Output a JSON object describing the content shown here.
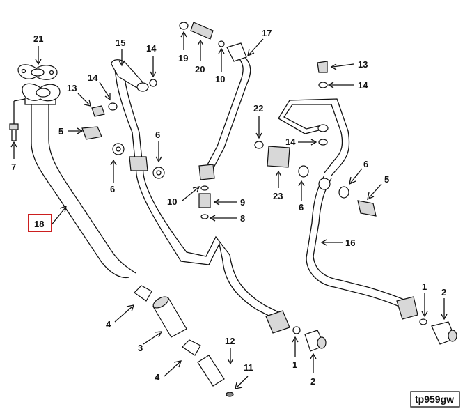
{
  "figure_id": "tp959gw",
  "highlight_color": "#cc1f1f",
  "callouts": [
    {
      "id": "c21",
      "label": "21"
    },
    {
      "id": "c7",
      "label": "7"
    },
    {
      "id": "c5a",
      "label": "5"
    },
    {
      "id": "c13a",
      "label": "13"
    },
    {
      "id": "c14a",
      "label": "14"
    },
    {
      "id": "c15",
      "label": "15"
    },
    {
      "id": "c14b",
      "label": "14"
    },
    {
      "id": "c6a",
      "label": "6"
    },
    {
      "id": "c6b",
      "label": "6"
    },
    {
      "id": "c18",
      "label": "18",
      "highlighted": true
    },
    {
      "id": "c4a",
      "label": "4"
    },
    {
      "id": "c3",
      "label": "3"
    },
    {
      "id": "c4b",
      "label": "4"
    },
    {
      "id": "c12",
      "label": "12"
    },
    {
      "id": "c11",
      "label": "11"
    },
    {
      "id": "c19",
      "label": "19"
    },
    {
      "id": "c20",
      "label": "20"
    },
    {
      "id": "c10a",
      "label": "10"
    },
    {
      "id": "c17",
      "label": "17"
    },
    {
      "id": "c10b",
      "label": "10"
    },
    {
      "id": "c9",
      "label": "9"
    },
    {
      "id": "c8",
      "label": "8"
    },
    {
      "id": "c1a",
      "label": "1"
    },
    {
      "id": "c2a",
      "label": "2"
    },
    {
      "id": "c22",
      "label": "22"
    },
    {
      "id": "c23",
      "label": "23"
    },
    {
      "id": "c6c",
      "label": "6"
    },
    {
      "id": "c14c",
      "label": "14"
    },
    {
      "id": "c13b",
      "label": "13"
    },
    {
      "id": "c14d",
      "label": "14"
    },
    {
      "id": "c6d",
      "label": "6"
    },
    {
      "id": "c5b",
      "label": "5"
    },
    {
      "id": "c16",
      "label": "16"
    },
    {
      "id": "c1b",
      "label": "1"
    },
    {
      "id": "c2b",
      "label": "2"
    }
  ]
}
